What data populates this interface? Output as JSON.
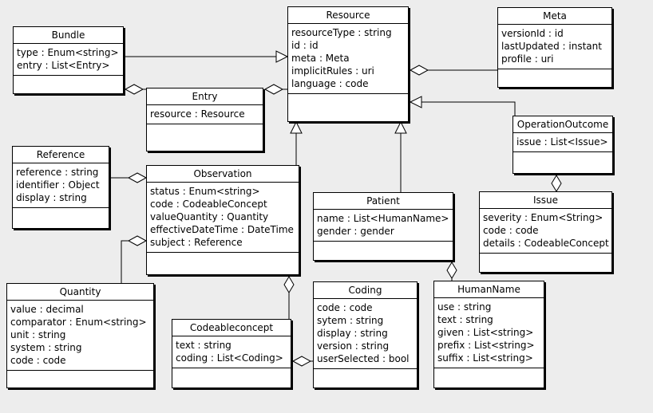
{
  "diagram": {
    "title": "FHIR UML class diagram",
    "background_color": "#ededed",
    "box_fill_color": "#ffffff",
    "line_color": "#000000",
    "classes": [
      {
        "id": "bundle",
        "name": "Bundle",
        "attributes": [
          "type : Enum<string>",
          "entry : List<Entry>"
        ]
      },
      {
        "id": "resource",
        "name": "Resource",
        "attributes": [
          "resourceType : string",
          "id : id",
          "meta : Meta",
          "implicitRules : uri",
          "language : code"
        ]
      },
      {
        "id": "meta",
        "name": "Meta",
        "attributes": [
          "versionId : id",
          "lastUpdated : instant",
          "profile : uri"
        ]
      },
      {
        "id": "entry",
        "name": "Entry",
        "attributes": [
          "resource : Resource"
        ]
      },
      {
        "id": "reference",
        "name": "Reference",
        "attributes": [
          "reference : string",
          "identifier : Object",
          "display : string"
        ]
      },
      {
        "id": "observation",
        "name": "Observation",
        "attributes": [
          "status : Enum<string>",
          "code : CodeableConcept",
          "valueQuantity : Quantity",
          "effectiveDateTime : DateTime",
          "subject : Reference"
        ]
      },
      {
        "id": "patient",
        "name": "Patient",
        "attributes": [
          "name : List<HumanName>",
          "gender : gender"
        ]
      },
      {
        "id": "operationoutcome",
        "name": "OperationOutcome",
        "attributes": [
          "issue : List<Issue>"
        ]
      },
      {
        "id": "issue",
        "name": "Issue",
        "attributes": [
          "severity : Enum<String>",
          "code : code",
          "details : CodeableConcept"
        ]
      },
      {
        "id": "quantity",
        "name": "Quantity",
        "attributes": [
          "value : decimal",
          "comparator : Enum<string>",
          "unit : string",
          "system : string",
          "code : code"
        ]
      },
      {
        "id": "codeableconcept",
        "name": "Codeableconcept",
        "attributes": [
          "text : string",
          "coding : List<Coding>"
        ]
      },
      {
        "id": "coding",
        "name": "Coding",
        "attributes": [
          "code : code",
          "sytem : string",
          "display : string",
          "version : string",
          "userSelected : bool"
        ]
      },
      {
        "id": "humanname",
        "name": "HumanName",
        "attributes": [
          "use : string",
          "text : string",
          "given : List<string>",
          "prefix : List<string>",
          "suffix : List<string>"
        ]
      }
    ],
    "relationships": [
      {
        "from": "bundle",
        "to": "resource",
        "type": "generalization"
      },
      {
        "from": "bundle",
        "to": "entry",
        "type": "aggregation"
      },
      {
        "from": "entry",
        "to": "resource",
        "type": "aggregation"
      },
      {
        "from": "resource",
        "to": "meta",
        "type": "aggregation"
      },
      {
        "from": "operationoutcome",
        "to": "resource",
        "type": "generalization"
      },
      {
        "from": "observation",
        "to": "resource",
        "type": "generalization"
      },
      {
        "from": "patient",
        "to": "resource",
        "type": "generalization"
      },
      {
        "from": "observation",
        "to": "reference",
        "type": "aggregation"
      },
      {
        "from": "observation",
        "to": "quantity",
        "type": "aggregation"
      },
      {
        "from": "observation",
        "to": "codeableconcept",
        "type": "aggregation"
      },
      {
        "from": "codeableconcept",
        "to": "coding",
        "type": "aggregation"
      },
      {
        "from": "patient",
        "to": "humanname",
        "type": "aggregation"
      },
      {
        "from": "operationoutcome",
        "to": "issue",
        "type": "aggregation"
      }
    ]
  }
}
